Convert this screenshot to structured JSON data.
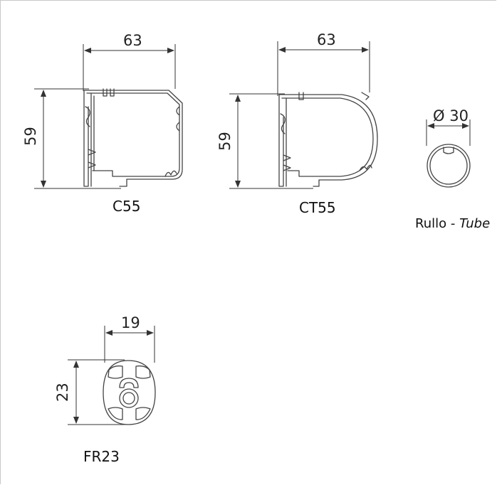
{
  "profiles": [
    {
      "id": "c55",
      "caption": "C55",
      "width_dim": "63",
      "height_dim": "59"
    },
    {
      "id": "ct55",
      "caption": "CT55",
      "width_dim": "63",
      "height_dim": "59"
    },
    {
      "id": "rullo",
      "caption_main": "Rullo - ",
      "caption_italic": "Tube",
      "diameter_dim": "Ø 30"
    },
    {
      "id": "fr23",
      "caption": "FR23",
      "width_dim": "19",
      "height_dim": "23"
    }
  ]
}
